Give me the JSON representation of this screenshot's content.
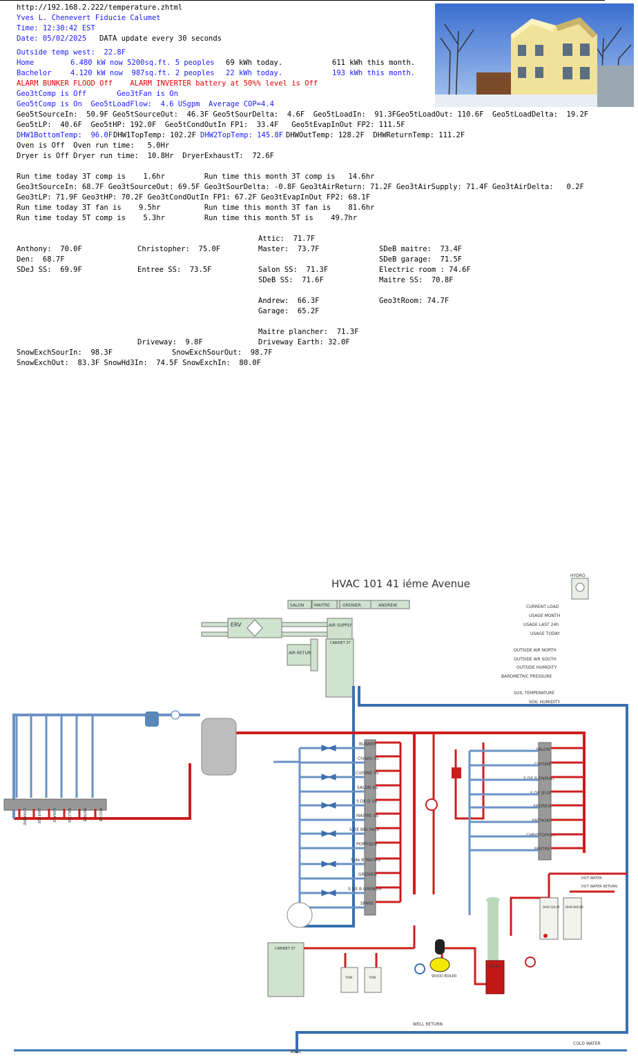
{
  "url": "http://192.168.2.222/temperature.zhtml",
  "header": {
    "owner": "Yves L. Chenevert Fiducie Calumet",
    "time": "Time: 12:30:42 EST",
    "date": "Date: 05/02/2025",
    "update_note": "DATA update every 30 seconds"
  },
  "outside_temp": "Outside temp west:  22.8F",
  "power": {
    "home_label": "Home",
    "home_now": "6.480 kW now 5200sq.ft. 5 peoples",
    "home_today": "69 kWh today.",
    "home_month": "611 kWh this month.",
    "bachelor_label": "Bachelor",
    "bachelor_now": "4.120 kW now  987sq.ft. 2 peoples",
    "bachelor_today": "22 kWh today.",
    "bachelor_month": "193 kWh this month."
  },
  "alarms": "ALARM BUNKER FLOOD Off    ALARM INVERTER battery at 50%% level is Off",
  "lines": {
    "geo3tcomp": "Geo3tComp is Off       Geo3tFan is On",
    "geo5tcomp": "Geo5tComp is On  Geo5tLoadFlow:  4.6 USgpm  Average COP=4.4",
    "geo5t_temps": "Geo5tSourceIn:  50.9F Geo5tSourceOut:  46.3F Geo5tSourDelta:  4.6F  Geo5tLoadIn:  91.3FGeo5tLoadOut: 110.6F  Geo5tLoadDelta:  19.2F",
    "geo5t_press": "Geo5tLP:  40.6F  Geo5tHP: 192.0F  Geo5tCondOutIn FP1:  33.4F   Geo5tEvapInOut FP2: 111.5F",
    "dhw1_bottom": "DHW1BottomTemp:  96.0F",
    "dhw1_top": "DHW1TopTemp: 102.2F",
    "dhw2_top": "DHW2TopTemp: 145.8F",
    "dhw_out": "DHWOutTemp: 128.2F  DHWReturnTemp: 111.2F",
    "oven": "Oven is Off  Oven run time:   5.0Hr",
    "dryer": "Dryer is Off Dryer run time:  10.8Hr  DryerExhaustT:  72.6F",
    "run3t_today": "Run time today 3T comp is    1.6hr         Run time this month 3T comp is   14.6hr",
    "geo3t_temps": "Geo3tSourceIn: 68.7F Geo3tSourceOut: 69.5F Geo3tSourDelta: -0.8F Geo3tAirReturn: 71.2F Geo3tAirSupply: 71.4F Geo3tAirDelta:   0.2F",
    "geo3t_press": "Geo3tLP: 71.9F Geo3tHP: 70.2F Geo3tCondOutIn FP1: 67.2F Geo3tEvapInOut FP2: 68.1F",
    "run3t_fan": "Run time today 3T fan is    9.5hr          Run time this month 3T fan is    81.6hr",
    "run5t": "Run time today 5T comp is    5.3hr         Run time this month 5T is    49.7hr"
  },
  "rooms": {
    "attic": "Attic:  71.7F",
    "anthony": "Anthony:  70.0F",
    "christopher": "Christopher:  75.0F",
    "master": "Master:  73.7F",
    "sdeb_maitre": "SDeB maitre:  73.4F",
    "den": "Den:  68.7F",
    "sdeb_garage": "SDeB garage:  71.5F",
    "sdej_ss": "SDeJ SS:  69.9F",
    "entree_ss": "Entree SS:  73.5F",
    "salon_ss": "Salon SS:  71.3F",
    "electric_room": "Electric room : 74.6F",
    "sdeb_ss": "SDeB SS:  71.6F",
    "maitre_ss": "Maitre SS:  70.8F",
    "andrew": "Andrew:  66.3F",
    "geo3t_room": "Geo3tRoom: 74.7F",
    "garage": "Garage:  65.2F",
    "maitre_plancher": "Maitre plancher:  71.3F",
    "driveway": "Driveway:  9.8F",
    "driveway_earth": "Driveway Earth: 32.0F",
    "snow_sour_in": "SnowExchSourIn:  98.3F",
    "snow_sour_out": "SnowExchSourOut:  98.7F",
    "snow_out": "SnowExchOut:  83.3F SnowHd3In:  74.5F SnowExchIn:  80.0F"
  },
  "diagram": {
    "title": "HVAC  101 41 iéme Avenue",
    "hydro": "HYDRO",
    "top_rooms": [
      "SALON",
      "MAITRE",
      "GRENIER",
      "ANDREW"
    ],
    "erv": "ERV",
    "air_supply": "AIR SUPPLY",
    "air_return": "AIR RETURN",
    "cabinet_3t": "CABINET 3T",
    "cabinet_5t": "CABINET 5T",
    "right_info": [
      "CURRENT LOAD",
      "USAGE MONTH",
      "USAGE LAST 24h",
      "USAGE TODAY",
      "OUTSIDE AIR NORTH",
      "OUTSIDE AIR SOUTH",
      "OUTSIDE HUMIDITY",
      "BAROMETRIC PRESSURE",
      "SOIL TEMPERATURE",
      "SOIL HUMIDITY"
    ],
    "left_zones": [
      "CHAMBRE",
      "LAVEUSE",
      "GARAGE",
      "BALCON",
      "ENTREE",
      "PISCINE"
    ],
    "mid_zones": [
      "BUNKER",
      "Christo SS",
      "CUISINE SS",
      "SALON SS",
      "S DE D SS",
      "MAITRE SS",
      "S DE BIG FACE",
      "PORTIQUE",
      "S de B MAITRE",
      "GRENIER",
      "S DE B GRENIER",
      "SPARE"
    ],
    "right_zones": [
      "SALON",
      "CUISINE",
      "S DE B ENFANT",
      "S DE JEUX",
      "ANDREW",
      "ANTHONY",
      "CHRISTOPHER",
      "MAITRE"
    ],
    "hot_water": "HOT WATER",
    "hot_water_return": "HOT WATER RETURN",
    "dhw1": "DHW SOLAR",
    "dhw2": "DHW BOILER",
    "wood_boiler": "WOOD BOILER",
    "boiler": "Boiler",
    "tank1": "TANK",
    "tank2": "TANK",
    "well_return": "WELL RETURN",
    "well": "WELL",
    "cold_water": "COLD WATER"
  }
}
